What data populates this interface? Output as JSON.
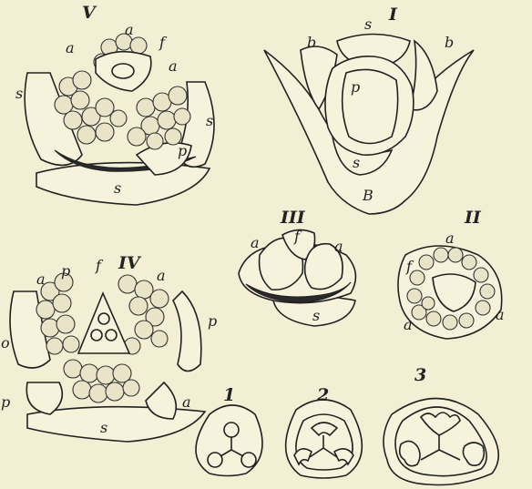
{
  "figures": {
    "I": {
      "numeral": "I",
      "letters": {
        "s_top": "s",
        "b_left": "b",
        "b_right": "b",
        "p": "p",
        "s_bottom": "s",
        "B": "B"
      }
    },
    "II": {
      "numeral": "II",
      "letters": {
        "a_top": "a",
        "f": "f",
        "a_right": "a",
        "a_left": "a"
      }
    },
    "III": {
      "numeral": "III",
      "letters": {
        "a_left": "a",
        "f": "f",
        "a_right": "a",
        "s": "s"
      }
    },
    "IV": {
      "numeral": "IV",
      "letters": {
        "a_left": "a",
        "p_left": "p",
        "f": "f",
        "a_right": "a",
        "p_right": "p",
        "o": "o",
        "p_bottom": "p",
        "a_bottom": "a",
        "s": "s"
      }
    },
    "V": {
      "numeral": "V",
      "letters": {
        "a_top": "a",
        "f": "f",
        "a_left": "a",
        "a_right": "a",
        "s_left": "s",
        "s_right": "s",
        "p": "p",
        "s_bottom": "s"
      }
    }
  },
  "sections": {
    "one": "1",
    "two": "2",
    "three": "3"
  }
}
